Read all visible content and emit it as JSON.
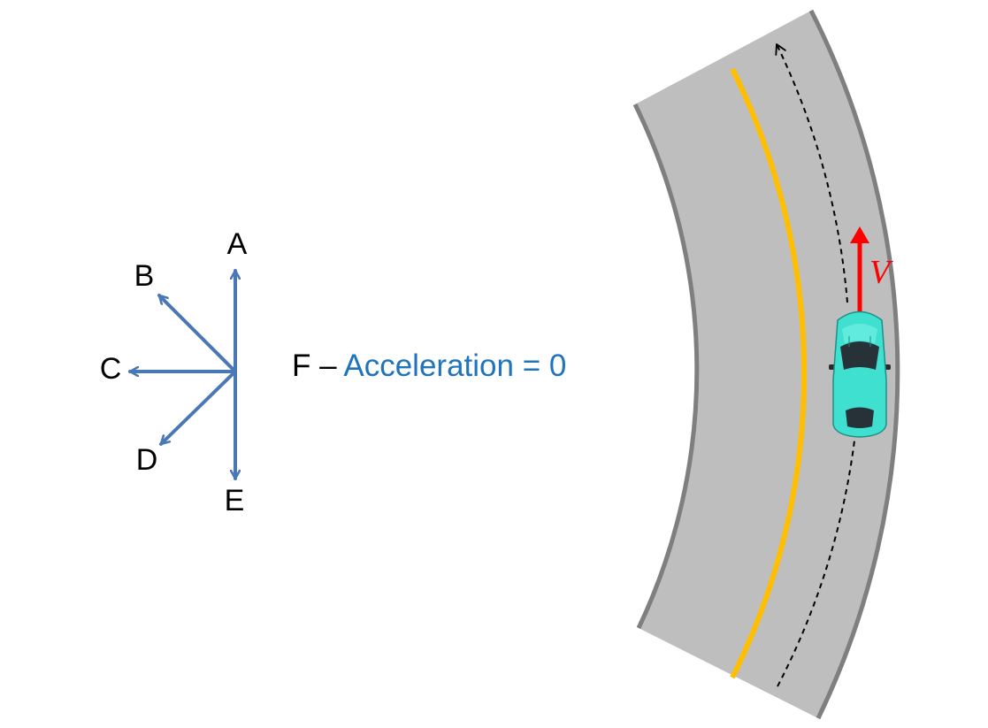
{
  "answer_choices": {
    "A": "A",
    "B": "B",
    "C": "C",
    "D": "D",
    "E": "E",
    "F_letter": "F",
    "F_dash": " – ",
    "F_text": "Acceleration = 0"
  },
  "road": {
    "velocity_label": "V"
  },
  "colors": {
    "arrow_blue": "#4a78b5",
    "text_blue": "#1f74bd",
    "road_gray": "#bebebe",
    "road_edge": "#7f7f7f",
    "center_line": "#ffbf00",
    "velocity_red": "#ff0000",
    "car_body": "#40e0d0"
  },
  "icons": {
    "car": "car-topview-icon",
    "path": "dashed-trajectory-arrow"
  }
}
